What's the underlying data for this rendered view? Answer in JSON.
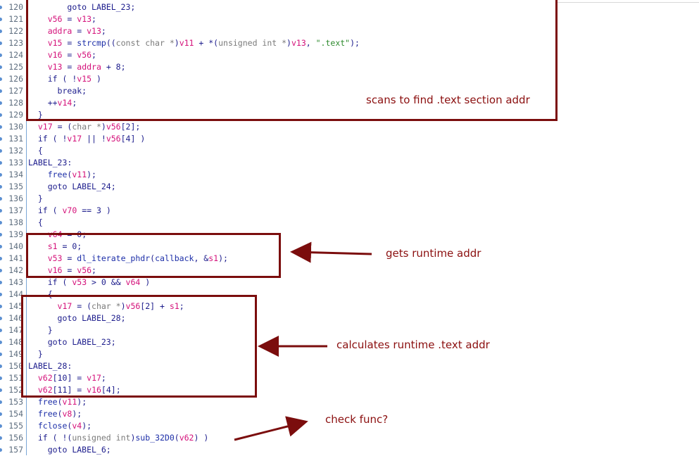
{
  "code": {
    "lines": [
      {
        "num": "120",
        "parts": [
          [
            "p",
            "        "
          ],
          [
            "k",
            "goto "
          ],
          [
            "lb",
            "LABEL_23"
          ],
          [
            "p",
            ";"
          ]
        ]
      },
      {
        "num": "121",
        "parts": [
          [
            "p",
            "    "
          ],
          [
            "v",
            "v56"
          ],
          [
            "p",
            " = "
          ],
          [
            "v",
            "v13"
          ],
          [
            "p",
            ";"
          ]
        ]
      },
      {
        "num": "122",
        "parts": [
          [
            "p",
            "    "
          ],
          [
            "v",
            "addra"
          ],
          [
            "p",
            " = "
          ],
          [
            "v",
            "v13"
          ],
          [
            "p",
            ";"
          ]
        ]
      },
      {
        "num": "123",
        "parts": [
          [
            "p",
            "    "
          ],
          [
            "v",
            "v15"
          ],
          [
            "p",
            " = "
          ],
          [
            "f",
            "strcmp"
          ],
          [
            "p",
            "(("
          ],
          [
            "t",
            "const char *"
          ],
          [
            "p",
            ")"
          ],
          [
            "v",
            "v11"
          ],
          [
            "p",
            " + *("
          ],
          [
            "t",
            "unsigned int *"
          ],
          [
            "p",
            ")"
          ],
          [
            "v",
            "v13"
          ],
          [
            "p",
            ", "
          ],
          [
            "s",
            "\".text\""
          ],
          [
            "p",
            ");"
          ]
        ]
      },
      {
        "num": "124",
        "parts": [
          [
            "p",
            "    "
          ],
          [
            "v",
            "v16"
          ],
          [
            "p",
            " = "
          ],
          [
            "v",
            "v56"
          ],
          [
            "p",
            ";"
          ]
        ]
      },
      {
        "num": "125",
        "parts": [
          [
            "p",
            "    "
          ],
          [
            "v",
            "v13"
          ],
          [
            "p",
            " = "
          ],
          [
            "v",
            "addra"
          ],
          [
            "p",
            " + "
          ],
          [
            "n",
            "8"
          ],
          [
            "p",
            ";"
          ]
        ]
      },
      {
        "num": "126",
        "parts": [
          [
            "p",
            "    "
          ],
          [
            "k",
            "if"
          ],
          [
            "p",
            " ( !"
          ],
          [
            "v",
            "v15"
          ],
          [
            "p",
            " )"
          ]
        ]
      },
      {
        "num": "127",
        "parts": [
          [
            "p",
            "      "
          ],
          [
            "k",
            "break"
          ],
          [
            "p",
            ";"
          ]
        ]
      },
      {
        "num": "128",
        "parts": [
          [
            "p",
            "    ++"
          ],
          [
            "v",
            "v14"
          ],
          [
            "p",
            ";"
          ]
        ]
      },
      {
        "num": "129",
        "parts": [
          [
            "p",
            "  }"
          ]
        ]
      },
      {
        "num": "130",
        "parts": [
          [
            "p",
            "  "
          ],
          [
            "v",
            "v17"
          ],
          [
            "p",
            " = ("
          ],
          [
            "t",
            "char *"
          ],
          [
            "p",
            ")"
          ],
          [
            "v",
            "v56"
          ],
          [
            "p",
            "["
          ],
          [
            "n",
            "2"
          ],
          [
            "p",
            "];"
          ]
        ]
      },
      {
        "num": "131",
        "parts": [
          [
            "p",
            "  "
          ],
          [
            "k",
            "if"
          ],
          [
            "p",
            " ( !"
          ],
          [
            "v",
            "v17"
          ],
          [
            "p",
            " || !"
          ],
          [
            "v",
            "v56"
          ],
          [
            "p",
            "["
          ],
          [
            "n",
            "4"
          ],
          [
            "p",
            "] )"
          ]
        ]
      },
      {
        "num": "132",
        "parts": [
          [
            "p",
            "  {"
          ]
        ]
      },
      {
        "num": "133",
        "parts": [
          [
            "lb",
            "LABEL_23"
          ],
          [
            "p",
            ":"
          ]
        ]
      },
      {
        "num": "134",
        "parts": [
          [
            "p",
            "    "
          ],
          [
            "f",
            "free"
          ],
          [
            "p",
            "("
          ],
          [
            "v",
            "v11"
          ],
          [
            "p",
            ");"
          ]
        ]
      },
      {
        "num": "135",
        "parts": [
          [
            "p",
            "    "
          ],
          [
            "k",
            "goto "
          ],
          [
            "lb",
            "LABEL_24"
          ],
          [
            "p",
            ";"
          ]
        ]
      },
      {
        "num": "136",
        "parts": [
          [
            "p",
            "  }"
          ]
        ]
      },
      {
        "num": "137",
        "parts": [
          [
            "p",
            "  "
          ],
          [
            "k",
            "if"
          ],
          [
            "p",
            " ( "
          ],
          [
            "v",
            "v70"
          ],
          [
            "p",
            " == "
          ],
          [
            "n",
            "3"
          ],
          [
            "p",
            " )"
          ]
        ]
      },
      {
        "num": "138",
        "parts": [
          [
            "p",
            "  {"
          ]
        ]
      },
      {
        "num": "139",
        "parts": [
          [
            "p",
            "    "
          ],
          [
            "v",
            "v64"
          ],
          [
            "p",
            " = "
          ],
          [
            "n",
            "0"
          ],
          [
            "p",
            ";"
          ]
        ]
      },
      {
        "num": "140",
        "parts": [
          [
            "p",
            "    "
          ],
          [
            "v",
            "s1"
          ],
          [
            "p",
            " = "
          ],
          [
            "n",
            "0"
          ],
          [
            "p",
            ";"
          ]
        ]
      },
      {
        "num": "141",
        "parts": [
          [
            "p",
            "    "
          ],
          [
            "v",
            "v53"
          ],
          [
            "p",
            " = "
          ],
          [
            "f",
            "dl_iterate_phdr"
          ],
          [
            "p",
            "("
          ],
          [
            "f",
            "callback"
          ],
          [
            "p",
            ", &"
          ],
          [
            "v",
            "s1"
          ],
          [
            "p",
            ");"
          ]
        ]
      },
      {
        "num": "142",
        "parts": [
          [
            "p",
            "    "
          ],
          [
            "v",
            "v16"
          ],
          [
            "p",
            " = "
          ],
          [
            "v",
            "v56"
          ],
          [
            "p",
            ";"
          ]
        ]
      },
      {
        "num": "143",
        "parts": [
          [
            "p",
            "    "
          ],
          [
            "k",
            "if"
          ],
          [
            "p",
            " ( "
          ],
          [
            "v",
            "v53"
          ],
          [
            "p",
            " > "
          ],
          [
            "n",
            "0"
          ],
          [
            "p",
            " && "
          ],
          [
            "v",
            "v64"
          ],
          [
            "p",
            " )"
          ]
        ]
      },
      {
        "num": "144",
        "parts": [
          [
            "p",
            "    {"
          ]
        ]
      },
      {
        "num": "145",
        "parts": [
          [
            "p",
            "      "
          ],
          [
            "v",
            "v17"
          ],
          [
            "p",
            " = ("
          ],
          [
            "t",
            "char *"
          ],
          [
            "p",
            ")"
          ],
          [
            "v",
            "v56"
          ],
          [
            "p",
            "["
          ],
          [
            "n",
            "2"
          ],
          [
            "p",
            "] + "
          ],
          [
            "v",
            "s1"
          ],
          [
            "p",
            ";"
          ]
        ]
      },
      {
        "num": "146",
        "parts": [
          [
            "p",
            "      "
          ],
          [
            "k",
            "goto "
          ],
          [
            "lb",
            "LABEL_28"
          ],
          [
            "p",
            ";"
          ]
        ]
      },
      {
        "num": "147",
        "parts": [
          [
            "p",
            "    }"
          ]
        ]
      },
      {
        "num": "148",
        "parts": [
          [
            "p",
            "    "
          ],
          [
            "k",
            "goto "
          ],
          [
            "lb",
            "LABEL_23"
          ],
          [
            "p",
            ";"
          ]
        ]
      },
      {
        "num": "149",
        "parts": [
          [
            "p",
            "  }"
          ]
        ]
      },
      {
        "num": "150",
        "parts": [
          [
            "lb",
            "LABEL_28"
          ],
          [
            "p",
            ":"
          ]
        ]
      },
      {
        "num": "151",
        "parts": [
          [
            "p",
            "  "
          ],
          [
            "v",
            "v62"
          ],
          [
            "p",
            "["
          ],
          [
            "n",
            "10"
          ],
          [
            "p",
            "] = "
          ],
          [
            "v",
            "v17"
          ],
          [
            "p",
            ";"
          ]
        ]
      },
      {
        "num": "152",
        "parts": [
          [
            "p",
            "  "
          ],
          [
            "v",
            "v62"
          ],
          [
            "p",
            "["
          ],
          [
            "n",
            "11"
          ],
          [
            "p",
            "] = "
          ],
          [
            "v",
            "v16"
          ],
          [
            "p",
            "["
          ],
          [
            "n",
            "4"
          ],
          [
            "p",
            "];"
          ]
        ]
      },
      {
        "num": "153",
        "parts": [
          [
            "p",
            "  "
          ],
          [
            "f",
            "free"
          ],
          [
            "p",
            "("
          ],
          [
            "v",
            "v11"
          ],
          [
            "p",
            ");"
          ]
        ]
      },
      {
        "num": "154",
        "parts": [
          [
            "p",
            "  "
          ],
          [
            "f",
            "free"
          ],
          [
            "p",
            "("
          ],
          [
            "v",
            "v8"
          ],
          [
            "p",
            ");"
          ]
        ]
      },
      {
        "num": "155",
        "parts": [
          [
            "p",
            "  "
          ],
          [
            "f",
            "fclose"
          ],
          [
            "p",
            "("
          ],
          [
            "v",
            "v4"
          ],
          [
            "p",
            ");"
          ]
        ]
      },
      {
        "num": "156",
        "parts": [
          [
            "p",
            "  "
          ],
          [
            "k",
            "if"
          ],
          [
            "p",
            " ( !("
          ],
          [
            "t",
            "unsigned int"
          ],
          [
            "p",
            ")"
          ],
          [
            "f",
            "sub_32D0"
          ],
          [
            "p",
            "("
          ],
          [
            "v",
            "v62"
          ],
          [
            "p",
            ") )"
          ]
        ]
      },
      {
        "num": "157",
        "parts": [
          [
            "p",
            "    "
          ],
          [
            "k",
            "goto "
          ],
          [
            "lb",
            "LABEL_6"
          ],
          [
            "p",
            ";"
          ]
        ]
      }
    ]
  },
  "annotations": {
    "box_color": "#7b0d0d",
    "text_color": "#8b0f0f",
    "notes": [
      {
        "id": "scan",
        "text": "scans to find .text section addr"
      },
      {
        "id": "runtime",
        "text": "gets runtime addr"
      },
      {
        "id": "calc",
        "text": "calculates runtime .text addr"
      },
      {
        "id": "check",
        "text": "check func?"
      }
    ]
  },
  "colors": {
    "keyword": "#1c1c8c",
    "variable": "#d4117a",
    "function": "#1c2ea8",
    "string": "#2e8b2e",
    "type": "#7a7a7a",
    "gutter": "#7aa6d6"
  }
}
